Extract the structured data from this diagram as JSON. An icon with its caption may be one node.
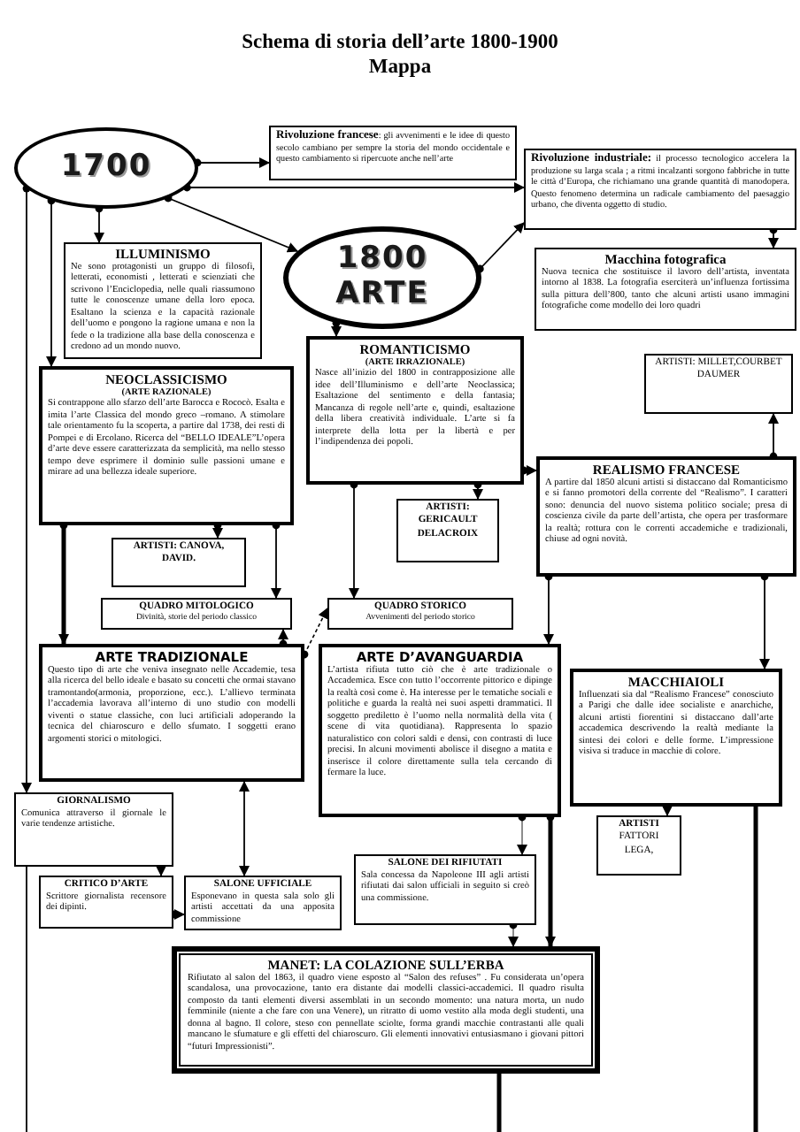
{
  "diagram": {
    "title": "Schema di storia dell’arte 1800-1900",
    "labels": [
      "Mappa"
    ],
    "nodes": [
      {
        "text": [
          "1700"
        ]
      },
      {
        "text": [
          "**Rivoluzione francese**: gli avvenimenti e le idee di questo secolo cambiano per sempre la storia del mondo occidentale e questo cambiamento si ripercuote anche nell’arte"
        ]
      },
      {
        "text": [
          "ILLUMINISMO",
          "Ne sono protagonisti un gruppo di filosofi, letterati, economisti , letterati e scienziati che scrivono l’Enciclopedia, nelle quali riassumono tutte le conoscenze umane della loro epoca. Esaltano la scienza e la capacità razionale dell’uomo e pongono la ragione umana e non la fede o la tradizione alla base della conoscenza e credono ad un mondo nuovo."
        ]
      },
      {
        "text": [
          "1800 ARTE"
        ]
      },
      {
        "text": [
          "**Rivoluzione industriale:** il processo tecnologico accelera la produzione su larga scala ; a ritmi incalzanti sorgono fabbriche in tutte le città d’Europa, che richiamano una grande quantità di manodopera. Questo fenomeno determina un radicale cambiamento del paesaggio urbano, che diventa oggetto di studio."
        ]
      },
      {
        "text": [
          "Macchina fotografica",
          "Nuova tecnica che sostituisce il lavoro dell’artista, inventata intorno al 1838. La fotografia eserciterà un’influenza fortissima sulla pittura dell’800, tanto che alcuni artisti usano immagini fotografiche come modello dei loro quadri"
        ]
      },
      {
        "text": [
          "NEOCLASSICISMO",
          "(ARTE RAZIONALE)",
          "Si contrappone allo sfarzo dell’arte Barocca e Rococò. Esalta e imita l’arte Classica del mondo greco –romano. A stimolare tale orientamento fu la scoperta, a partire dal 1738, dei resti di Pompei e di Ercolano. Ricerca del “BELLO IDEALE”L’opera d’arte deve essere caratterizzata da semplicità, ma nello stesso tempo deve esprimere il dominio sulle passioni umane e mirare ad una bellezza ideale superiore."
        ]
      },
      {
        "text": [
          "ROMANTICISMO",
          "(ARTE IRRAZIONALE)",
          "Nasce all’inizio del 1800 in contrapposizione alle idee dell’Illuminismo e dell’arte Neoclassica; Esaltazione del sentimento e della fantasia; Mancanza di regole nell’arte e, quindi, esaltazione della libera creatività individuale. L’arte si fa interprete della lotta per la libertà e per l’indipendenza dei popoli."
        ]
      },
      {
        "text": [
          "ARTISTI: MILLET,COURBET DAUMER"
        ]
      },
      {
        "text": [
          "ARTISTI: GERICAULT DELACROIX"
        ]
      },
      {
        "text": [
          "REALISMO FRANCESE",
          "A partire dal 1850 alcuni artisti si distaccano dal Romanticismo e si fanno promotori della corrente del “Realismo”. I caratteri sono: denuncia del nuovo sistema politico sociale; presa di coscienza civile da parte dell’artista, che opera per trasformare la realtà; rottura con le correnti accademiche e tradizionali, chiuse ad ogni novità."
        ]
      },
      {
        "text": [
          "ARTISTI: CANOVA, DAVID."
        ]
      },
      {
        "text": [
          "QUADRO MITOLOGICO",
          "Divinità, storie del periodo classico"
        ]
      },
      {
        "text": [
          "QUADRO STORICO",
          "Avvenimenti del periodo storico"
        ]
      },
      {
        "text": [
          "ARTE TRADIZIONALE",
          "Questo tipo di arte che veniva insegnato nelle Accademie, tesa alla ricerca del bello ideale e basato su concetti che ormai stavano tramontando(armonia, proporzione, ecc.). L’allievo terminata l’accademia lavorava all’interno di uno studio con modelli viventi o statue classiche, con luci artificiali adoperando la tecnica del chiaroscuro e dello sfumato. I soggetti erano argomenti storici o mitologici."
        ]
      },
      {
        "text": [
          "ARTE D’AVANGUARDIA",
          "L’artista rifiuta tutto ciò che è arte tradizionale o Accademica. Esce con tutto l’occorrente pittorico e dipinge la realtà così come è. Ha interesse per le tematiche sociali e politiche e guarda la realtà nei suoi aspetti drammatici. Il soggetto prediletto è l’uomo nella normalità della vita ( scene di vita quotidiana). Rappresenta lo spazio naturalistico con colori saldi e densi, con contrasti di luce precisi. In alcuni movimenti abolisce il disegno a matita e inserisce il colore direttamente sulla tela cercando di fermare la luce."
        ]
      },
      {
        "text": [
          "MACCHIAIOLI",
          "Influenzati sia dal “Realismo Francese” conosciuto a Parigi che dalle idee socialiste e anarchiche, alcuni artisti fiorentini si distaccano dall’arte accademica descrivendo la realtà mediante la sintesi dei colori e delle forme. L’impressione visiva si traduce in macchie di colore."
        ]
      },
      {
        "text": [
          "GIORNALISMO",
          "Comunica attraverso il giornale le varie tendenze artistiche."
        ]
      },
      {
        "text": [
          "ARTISTI",
          "FATTORI LEGA,"
        ]
      },
      {
        "text": [
          "CRITICO D’ARTE",
          "Scrittore giornalista recensore dei dipinti."
        ]
      },
      {
        "text": [
          "SALONE UFFICIALE",
          "Esponevano in questa sala solo gli artisti accettati da una apposita commissione"
        ]
      },
      {
        "text": [
          "SALONE DEI RIFIUTATI",
          "Sala concessa da Napoleone III agli artisti rifiutati dai salon ufficiali in seguito si creò una commissione."
        ]
      },
      {
        "text": [
          "MANET: LA COLAZIONE SULL’ERBA",
          "Rifiutato al salon del 1863, il quadro viene esposto al “Salon des refuses” . Fu considerata un’opera scandalosa, una provocazione, tanto era distante dai modelli classici-accademici. Il quadro risulta composto da tanti elementi diversi assemblati in un secondo momento: una natura morta, un nudo femminile (niente a che fare con una Venere), un ritratto di uomo vestito alla moda degli studenti, una donna al bagno. Il colore, steso con pennellate sciolte, forma grandi macchie contrastanti alle quali mancano le sfumature e gli effetti del chiaroscuro. Gli elementi innovativi entusiasmano i giovani pittori “futuri Impressionisti”."
        ]
      }
    ],
    "edges": [
      {
        "from": 0,
        "to": 1,
        "arrow": "to"
      },
      {
        "from": 0,
        "to": 4,
        "arrow": "to"
      },
      {
        "from": 0,
        "to": 3,
        "arrow": "to"
      },
      {
        "from": 0,
        "to": 2,
        "arrow": "to"
      },
      {
        "from": 0,
        "to": 6,
        "arrow": "to"
      },
      {
        "from": 0,
        "to": 17,
        "arrow": "to"
      },
      {
        "from": 3,
        "to": 4,
        "arrow": "to"
      },
      {
        "from": 4,
        "to": 5,
        "arrow": "to"
      },
      {
        "from": 3,
        "to": 7,
        "arrow": "to"
      },
      {
        "from": 6,
        "to": 11,
        "arrow": "to"
      },
      {
        "from": 6,
        "to": 12,
        "arrow": "to"
      },
      {
        "from": 14,
        "to": 12,
        "arrow": "to"
      },
      {
        "from": 6,
        "to": 14,
        "arrow": "to",
        "style": "thick"
      },
      {
        "from": 14,
        "to": 13,
        "arrow": "to",
        "style": "dashed"
      },
      {
        "from": 7,
        "to": 13,
        "arrow": "to"
      },
      {
        "from": 7,
        "to": 9,
        "arrow": "to"
      },
      {
        "from": 7,
        "to": 10,
        "arrow": "to"
      },
      {
        "from": 10,
        "to": 8,
        "arrow": "to"
      },
      {
        "from": 10,
        "to": 15,
        "arrow": "to"
      },
      {
        "from": 10,
        "to": 16,
        "arrow": "to"
      },
      {
        "from": 15,
        "to": 21,
        "arrow": "to",
        "color": "#808080"
      },
      {
        "from": 15,
        "to": 22,
        "arrow": "to",
        "style": "thick"
      },
      {
        "from": 16,
        "to": 18,
        "arrow": "to"
      },
      {
        "from": 16,
        "to": null,
        "arrow": "none",
        "style": "thick"
      },
      {
        "from": 14,
        "to": 20,
        "arrow": "both"
      },
      {
        "from": 17,
        "to": 19,
        "arrow": "to"
      },
      {
        "from": 19,
        "to": 20,
        "arrow": "to"
      },
      {
        "from": 21,
        "to": 22,
        "arrow": "to",
        "color": "#808080"
      },
      {
        "from": 22,
        "to": null,
        "arrow": "none",
        "style": "thick"
      },
      {
        "from": 17,
        "to": null,
        "arrow": "none"
      }
    ]
  }
}
